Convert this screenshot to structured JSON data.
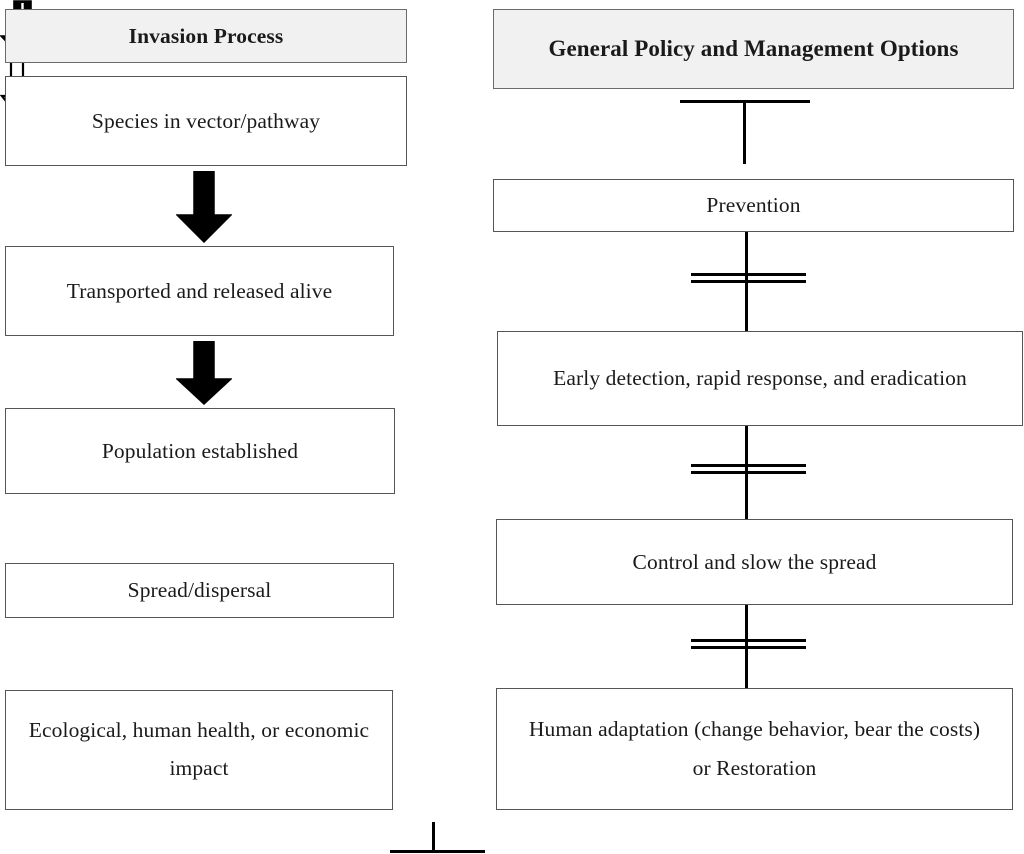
{
  "diagram": {
    "title_left": "Invasion Process",
    "title_right": "General Policy and Management Options",
    "left_column": {
      "header": "Invasion Process",
      "stages": [
        {
          "label": "Species in vector/pathway"
        },
        {
          "label": "Transported and released alive"
        },
        {
          "label": "Population established"
        },
        {
          "label": "Spread/dispersal"
        },
        {
          "label": "Ecological, human health, or economic impact"
        }
      ],
      "connectors": [
        {
          "type": "solid-block-arrow",
          "between": "Species in vector/pathway -> Transported and released alive"
        },
        {
          "type": "solid-block-arrow",
          "between": "Transported and released alive -> Population established"
        },
        {
          "type": "half-hollow-block-arrow",
          "between": "Population established -> Spread/dispersal"
        },
        {
          "type": "hollow-block-arrow",
          "between": "Spread/dispersal -> Ecological, human health, or economic impact"
        }
      ]
    },
    "right_column": {
      "header": "General Policy and Management Options",
      "options": [
        {
          "label": "Prevention"
        },
        {
          "label": "Early detection, rapid response, and eradication"
        },
        {
          "label": "Control and slow the spread"
        },
        {
          "label": "Human adaptation (change behavior, bear the costs) or Restoration"
        }
      ],
      "connectors": [
        {
          "type": "tee-down",
          "between": "General Policy and Management Options -> Prevention"
        },
        {
          "type": "barrier-double-bar",
          "between": "Prevention -> Early detection, rapid response, and eradication"
        },
        {
          "type": "barrier-double-bar",
          "between": "Early detection, rapid response, and eradication -> Control and slow the spread"
        },
        {
          "type": "barrier-double-bar",
          "between": "Control and slow the spread -> Human adaptation (change behavior, bear the costs) or Restoration"
        }
      ]
    },
    "footer_connector": {
      "type": "tee-up"
    },
    "colors": {
      "header_fill": "#f1f1f1",
      "box_border": "#555555",
      "box_fill": "#ffffff",
      "connector": "#000000",
      "text": "#1a1a1a"
    }
  }
}
